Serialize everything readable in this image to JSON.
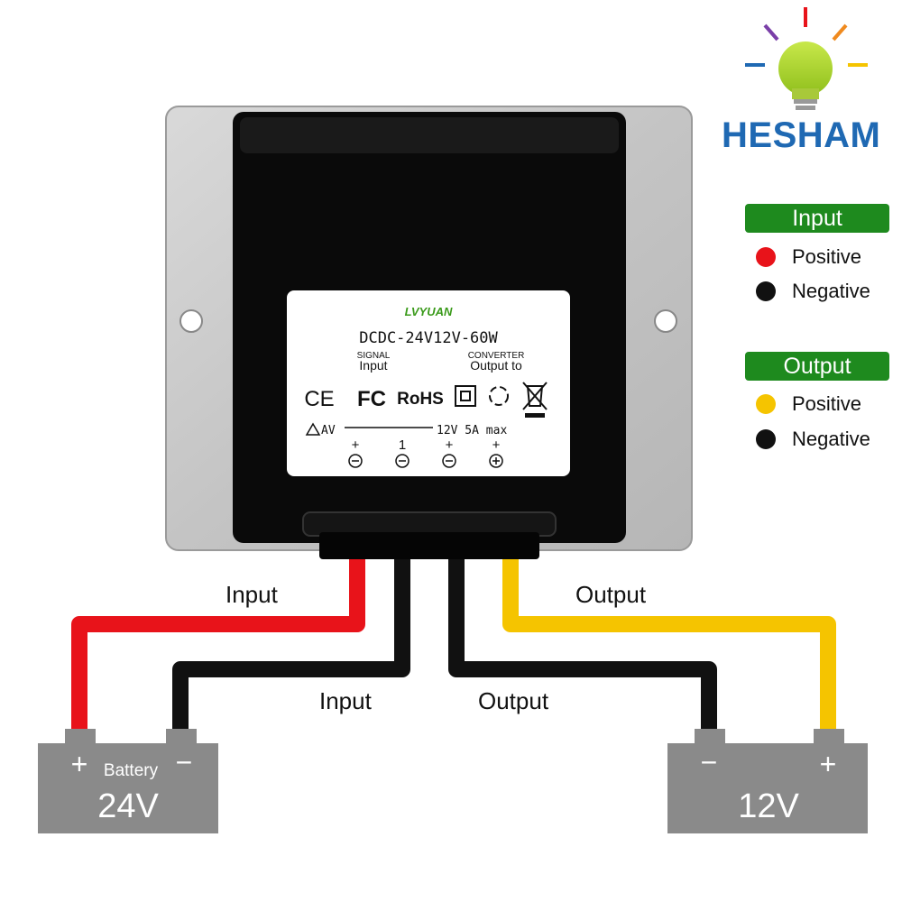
{
  "brand": {
    "name": "HESHAM"
  },
  "label": {
    "logo": "LVYUAN",
    "model": "DCDC-24V12V-60W",
    "signal": "SIGNAL",
    "input": "Input",
    "converter": "CONVERTER",
    "output_to": "Output to",
    "rating_left": "AV",
    "rating_right": "12V 5A max",
    "cert_ce": "CE",
    "cert_fc": "FC",
    "cert_rohs": "RoHS",
    "terminal_signs_top": [
      "+",
      "1",
      "+",
      "+"
    ]
  },
  "wires": {
    "input_pos_label": "Input",
    "input_neg_label": "Input",
    "output_pos_label": "Output",
    "output_neg_label": "Output"
  },
  "battery_in": {
    "label": "Battery",
    "voltage": "24V",
    "plus": "+",
    "minus": "−"
  },
  "battery_out": {
    "voltage": "12V",
    "plus": "+",
    "minus": "−"
  },
  "legend": {
    "input": {
      "title": "Input",
      "positive": "Positive",
      "negative": "Negative"
    },
    "output": {
      "title": "Output",
      "positive": "Positive",
      "negative": "Negative"
    }
  },
  "colors": {
    "input_positive": "#e8131a",
    "input_negative": "#111111",
    "output_positive": "#f5c400",
    "output_negative": "#111111",
    "legend_green": "#1e8a1e",
    "brand_blue": "#1f69b3"
  }
}
